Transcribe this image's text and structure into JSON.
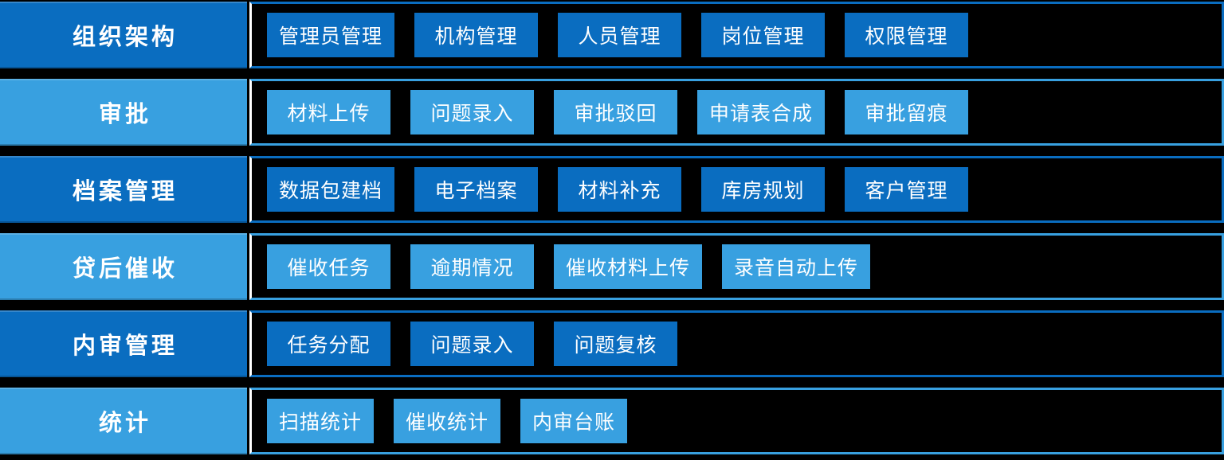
{
  "colors": {
    "dark_blue": "#0a6dc0",
    "light_blue": "#38a0e0",
    "separator_white": "#ffffff",
    "background": "#000000",
    "text": "#ffffff"
  },
  "rows": [
    {
      "label": "组织架构",
      "theme": "dark",
      "items": [
        "管理员管理",
        "机构管理",
        "人员管理",
        "岗位管理",
        "权限管理"
      ]
    },
    {
      "label": "审批",
      "theme": "light",
      "items": [
        "材料上传",
        "问题录入",
        "审批驳回",
        "申请表合成",
        "审批留痕"
      ]
    },
    {
      "label": "档案管理",
      "theme": "dark",
      "items": [
        "数据包建档",
        "电子档案",
        "材料补充",
        "库房规划",
        "客户管理"
      ]
    },
    {
      "label": "贷后催收",
      "theme": "light",
      "items": [
        "催收任务",
        "逾期情况",
        "催收材料上传",
        "录音自动上传"
      ]
    },
    {
      "label": "内审管理",
      "theme": "dark",
      "items": [
        "任务分配",
        "问题录入",
        "问题复核"
      ]
    },
    {
      "label": "统计",
      "theme": "light",
      "items": [
        "扫描统计",
        "催收统计",
        "内审台账"
      ]
    }
  ]
}
